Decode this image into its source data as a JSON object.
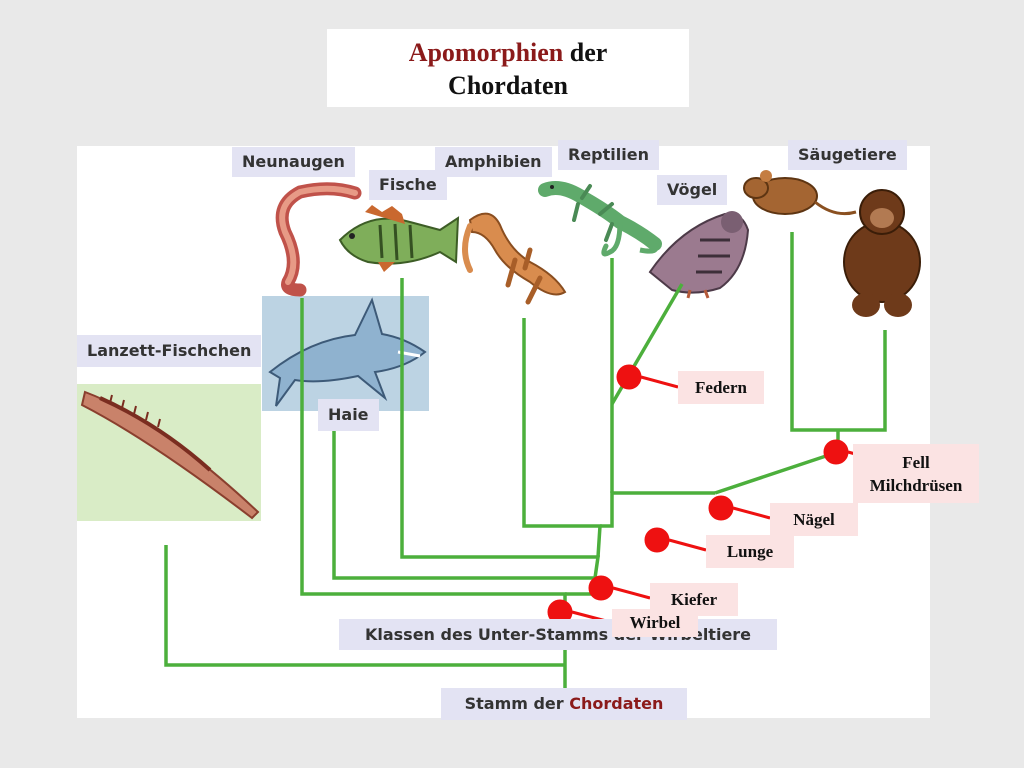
{
  "title": {
    "accent": "Apomorphien",
    "rest": "der",
    "line2": "Chordaten"
  },
  "taxa": {
    "neunaugen": "Neunaugen",
    "fische": "Fische",
    "amphibien": "Amphibien",
    "reptilien": "Reptilien",
    "voegel": "Vögel",
    "saeugetiere": "Säugetiere",
    "lanzett": "Lanzett-Fischchen",
    "haie": "Haie"
  },
  "bottom": {
    "klassen": "Klassen des Unter-Stamms der Wirbeltiere",
    "stamm_prefix": "Stamm der",
    "stamm_accent": "Chordaten"
  },
  "traits": {
    "federn": "Federn",
    "fell_line1": "Fell",
    "fell_line2": "Milchdrüsen",
    "naegel": "Nägel",
    "lunge": "Lunge",
    "kiefer": "Kiefer",
    "wirbel": "Wirbel"
  },
  "colors": {
    "branch": "#4caf3c",
    "marker": "#ee1111",
    "accent": "#8b1a1a",
    "label_bg": "#e3e3f3",
    "trait_bg": "#fbe3e3"
  }
}
